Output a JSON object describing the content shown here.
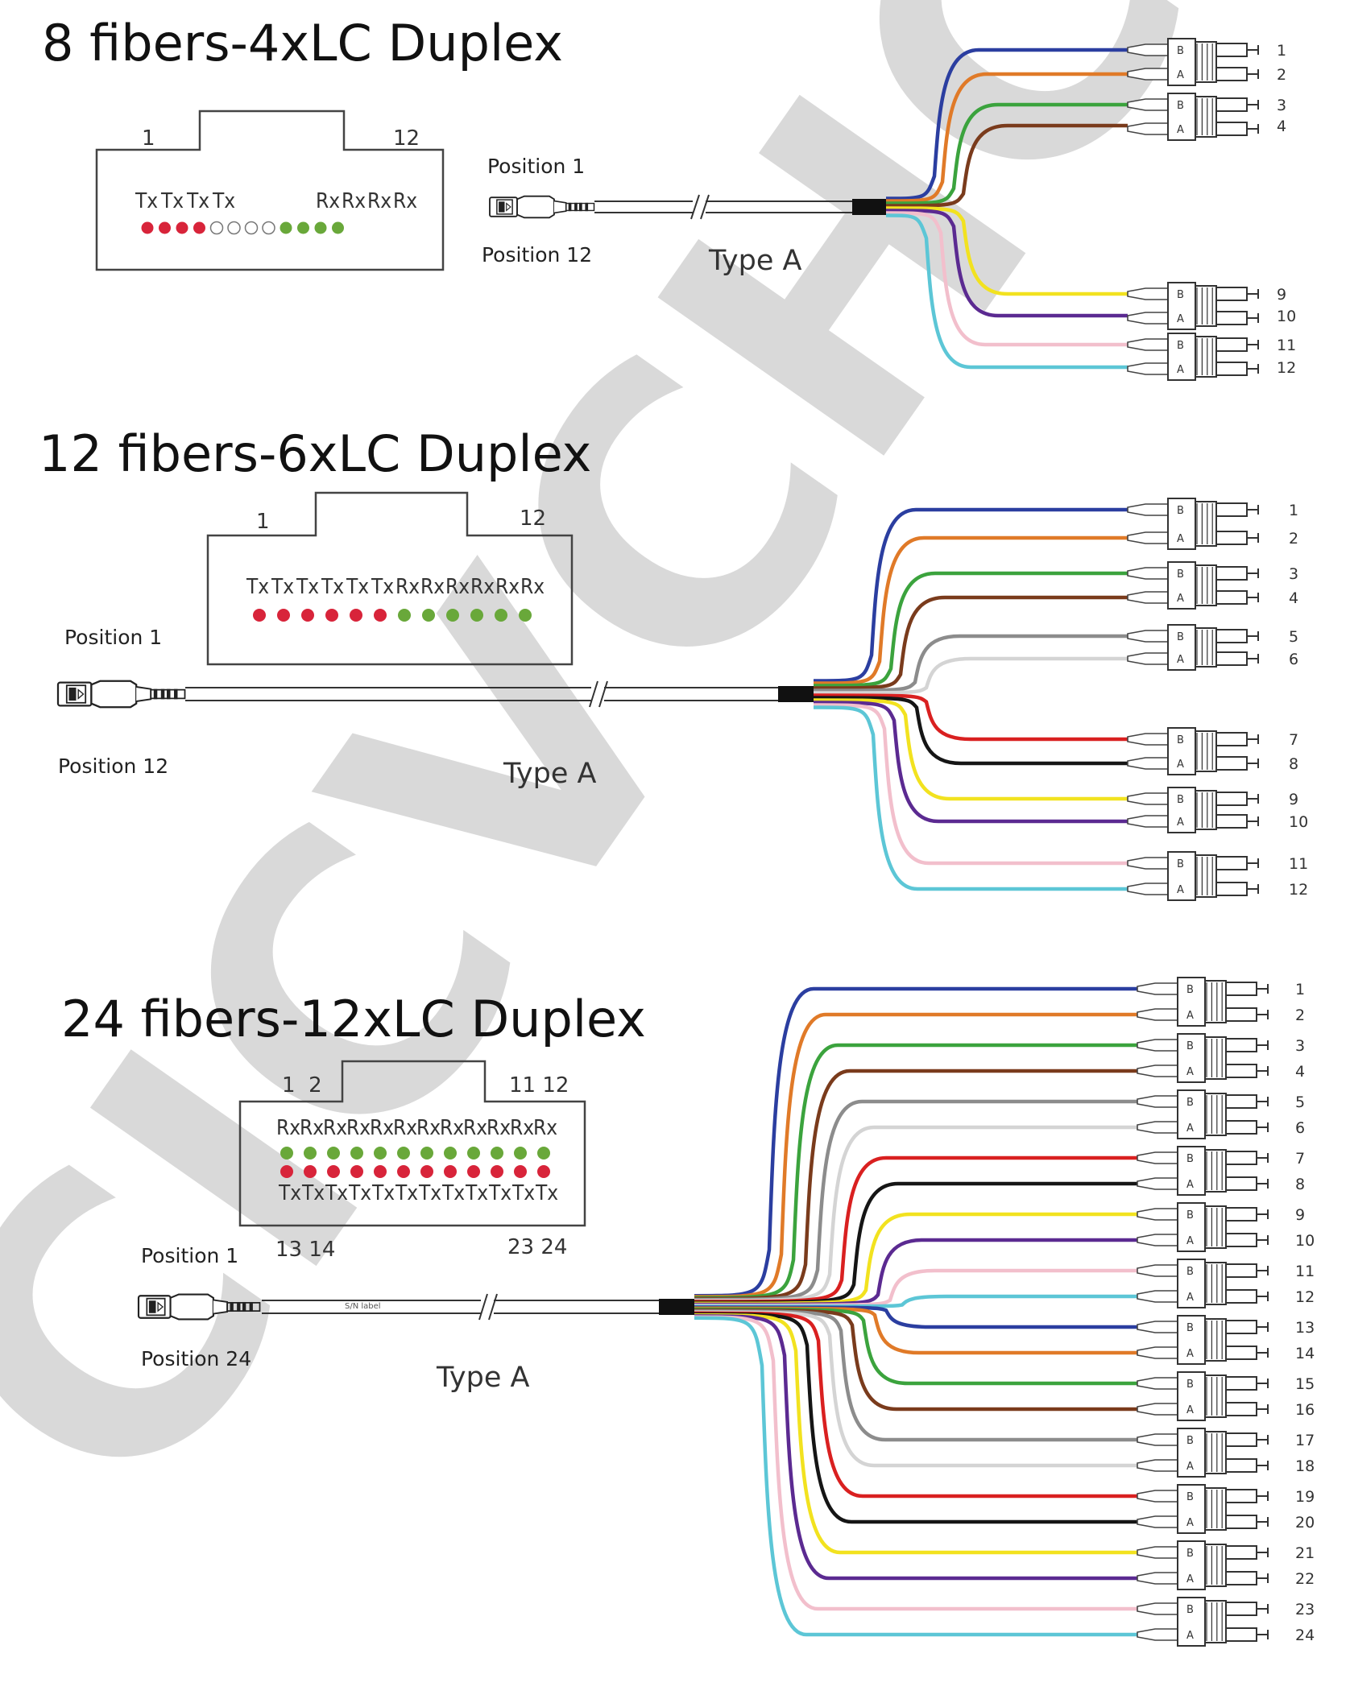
{
  "watermark": "CICVCHC",
  "colors": {
    "blue": "#2b3ea0",
    "orange": "#e07a28",
    "green": "#3ba33d",
    "brown": "#7a3b1c",
    "gray": "#8c8c8c",
    "white": "#d4d4d4",
    "red": "#d92020",
    "black": "#151515",
    "yellow": "#f2e21f",
    "violet": "#5b2a91",
    "rose": "#f2bfcc",
    "aqua": "#5cc6d6",
    "tx_dot": "#d8243a",
    "rx_dot": "#69a83a"
  },
  "common": {
    "type_label": "Type A",
    "connector_a": "A",
    "connector_b": "B"
  },
  "sections": [
    {
      "title": "8 fibers-4xLC Duplex",
      "key_left": "1",
      "key_right": "12",
      "tx_labels": [
        "Tx",
        "Tx",
        "Tx",
        "Tx"
      ],
      "rx_labels": [
        "Rx",
        "Rx",
        "Rx",
        "Rx"
      ],
      "dots": [
        "tx",
        "tx",
        "tx",
        "tx",
        "empty",
        "empty",
        "empty",
        "empty",
        "rx",
        "rx",
        "rx",
        "rx"
      ],
      "position_top": "Position 1",
      "position_bottom": "Position 12",
      "fibers": [
        "1",
        "2",
        "3",
        "4",
        "9",
        "10",
        "11",
        "12"
      ],
      "fiber_colors": [
        "blue",
        "orange",
        "green",
        "brown",
        "yellow",
        "violet",
        "rose",
        "aqua"
      ]
    },
    {
      "title": "12 fibers-6xLC Duplex",
      "key_left": "1",
      "key_right": "12",
      "tx_labels": [
        "Tx",
        "Tx",
        "Tx",
        "Tx",
        "Tx",
        "Tx"
      ],
      "rx_labels": [
        "Rx",
        "Rx",
        "Rx",
        "Rx",
        "Rx",
        "Rx"
      ],
      "dots": [
        "tx",
        "tx",
        "tx",
        "tx",
        "tx",
        "tx",
        "rx",
        "rx",
        "rx",
        "rx",
        "rx",
        "rx"
      ],
      "position_top": "Position 1",
      "position_bottom": "Position 12",
      "fibers": [
        "1",
        "2",
        "3",
        "4",
        "5",
        "6",
        "7",
        "8",
        "9",
        "10",
        "11",
        "12"
      ],
      "fiber_colors": [
        "blue",
        "orange",
        "green",
        "brown",
        "gray",
        "white",
        "red",
        "black",
        "yellow",
        "violet",
        "rose",
        "aqua"
      ]
    },
    {
      "title": "24 fibers-12xLC Duplex",
      "key_top_left": "1  2",
      "key_top_right": "11 12",
      "key_bottom_left": "13 14",
      "key_bottom_right": "23 24",
      "rx_labels": [
        "Rx",
        "Rx",
        "Rx",
        "Rx",
        "Rx",
        "Rx",
        "Rx",
        "Rx",
        "Rx",
        "Rx",
        "Rx",
        "Rx"
      ],
      "tx_labels": [
        "Tx",
        "Tx",
        "Tx",
        "Tx",
        "Tx",
        "Tx",
        "Tx",
        "Tx",
        "Tx",
        "Tx",
        "Tx",
        "Tx"
      ],
      "position_top": "Position 1",
      "position_bottom": "Position 24",
      "cable_label": "S/N label",
      "fibers": [
        "1",
        "2",
        "3",
        "4",
        "5",
        "6",
        "7",
        "8",
        "9",
        "10",
        "11",
        "12",
        "13",
        "14",
        "15",
        "16",
        "17",
        "18",
        "19",
        "20",
        "21",
        "22",
        "23",
        "24"
      ],
      "fiber_colors": [
        "blue",
        "orange",
        "green",
        "brown",
        "gray",
        "white",
        "red",
        "black",
        "yellow",
        "violet",
        "rose",
        "aqua",
        "blue",
        "orange",
        "green",
        "brown",
        "gray",
        "white",
        "red",
        "black",
        "yellow",
        "violet",
        "rose",
        "aqua"
      ]
    }
  ]
}
